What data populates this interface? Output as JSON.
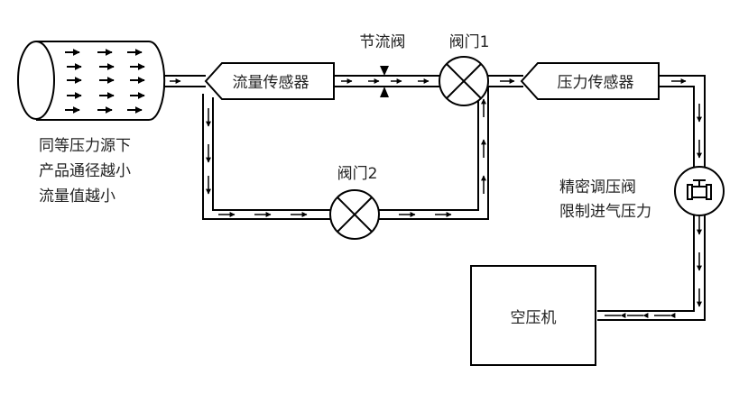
{
  "diagram": {
    "tank_note": [
      "同等压力源下",
      "产品通径越小",
      "流量值越小"
    ],
    "flow_sensor": "流量传感器",
    "throttle_valve": "节流阀",
    "valve1": "阀门1",
    "valve2": "阀门2",
    "pressure_sensor": "压力传感器",
    "regulator_note": [
      "精密调压阀",
      "限制进气压力"
    ],
    "compressor": "空压机"
  }
}
